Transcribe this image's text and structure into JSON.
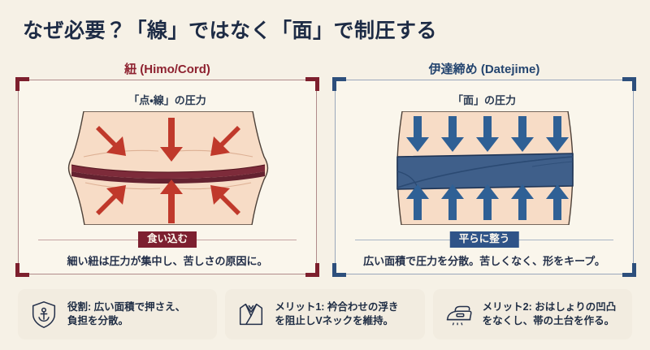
{
  "page": {
    "title": "なぜ必要？「線」ではなく「面」で制圧する",
    "background_color": "#f6f1e6"
  },
  "colors": {
    "accent_red": "#7d2030",
    "accent_navy": "#2f5488",
    "arrow_red": "#c0392b",
    "arrow_navy": "#2f6095",
    "cord": "#7d2b3a",
    "belt": "#3f5f8a",
    "skin": "#f7dcc6",
    "ink": "#1f2d44"
  },
  "columns": [
    {
      "key": "himo",
      "header": "紐 (Himo/Cord)",
      "pressure_label": "「点・線」の圧力",
      "badge": "食い込む",
      "note": "細い紐は圧力が集中し、苦しさの原因に。",
      "arrow_count": 6,
      "arrow_style": "converging"
    },
    {
      "key": "datejime",
      "header": "伊達締め (Datejime)",
      "pressure_label": "「面」の圧力",
      "badge": "平らに整う",
      "note": "広い面積で圧力を分散。苦しくなく、形をキープ。",
      "arrow_count": 10,
      "arrow_style": "parallel"
    }
  ],
  "footer": [
    {
      "icon": "shield-anchor-icon",
      "line1": "役割: 広い面積で押さえ、",
      "line2": "負担を分散。"
    },
    {
      "icon": "kimono-collar-icon",
      "line1": "メリット1: 衿合わせの浮き",
      "line2": "を阻止しVネックを維持。"
    },
    {
      "icon": "iron-icon",
      "line1": "メリット2: おはしょりの凹凸",
      "line2": "をなくし、帯の土台を作る。"
    }
  ]
}
